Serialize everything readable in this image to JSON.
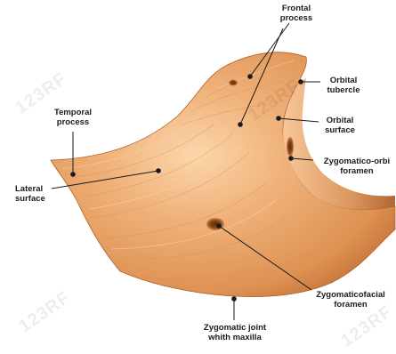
{
  "title": "",
  "colors": {
    "bone_light": "#f8c898",
    "bone_mid": "#e59a5c",
    "bone_dark": "#b45f28",
    "leader_line": "#1a1a1a"
  },
  "labels": {
    "frontal_process": "Frontal\nprocess",
    "orbital_tubercle": "Orbital\ntubercle",
    "temporal_process": "Temporal\nprocess",
    "orbital_surface": "Orbital\nsurface",
    "zygomatico_orbital_foramen": "Zygomatico-orbi\nforamen",
    "lateral_surface": "Lateral\nsurface",
    "zygomaticofacial_foramen": "Zygomaticofacial\nforamen",
    "zygomatic_joint": "Zygomatic joint\nwhith maxilla"
  },
  "watermark": "123RF"
}
